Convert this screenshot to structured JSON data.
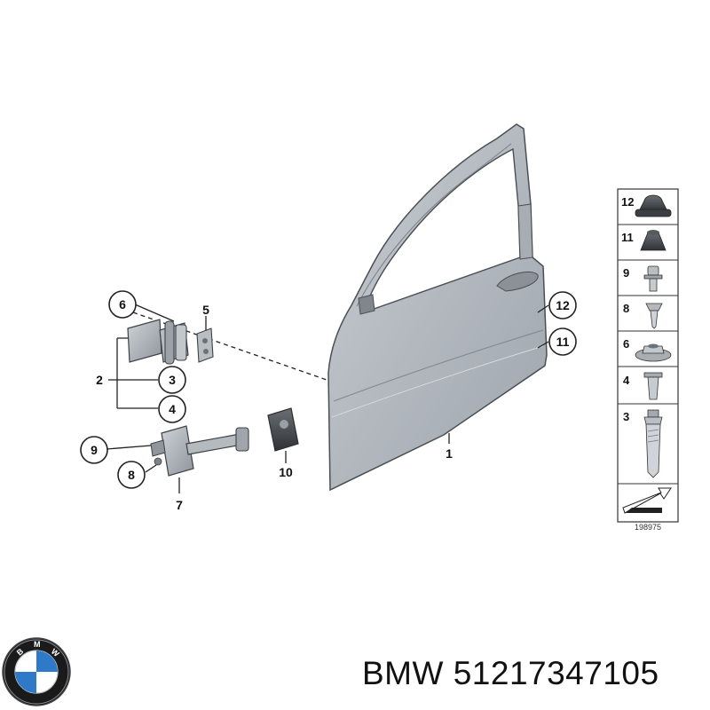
{
  "diagram": {
    "callouts": {
      "c6": "6",
      "c3": "3",
      "c4": "4",
      "c9": "9",
      "c8": "8",
      "c12": "12",
      "c11": "11"
    },
    "labels": {
      "l5": "5",
      "l2": "2",
      "l7": "7",
      "l10": "10",
      "l1": "1"
    },
    "parts_table": {
      "rows": [
        "12",
        "11",
        "9",
        "8",
        "6",
        "4",
        "3"
      ],
      "reference": "198975"
    }
  },
  "footer": {
    "brand": "BMW",
    "part_number": "51217347105",
    "logo_letters": "BMW"
  }
}
